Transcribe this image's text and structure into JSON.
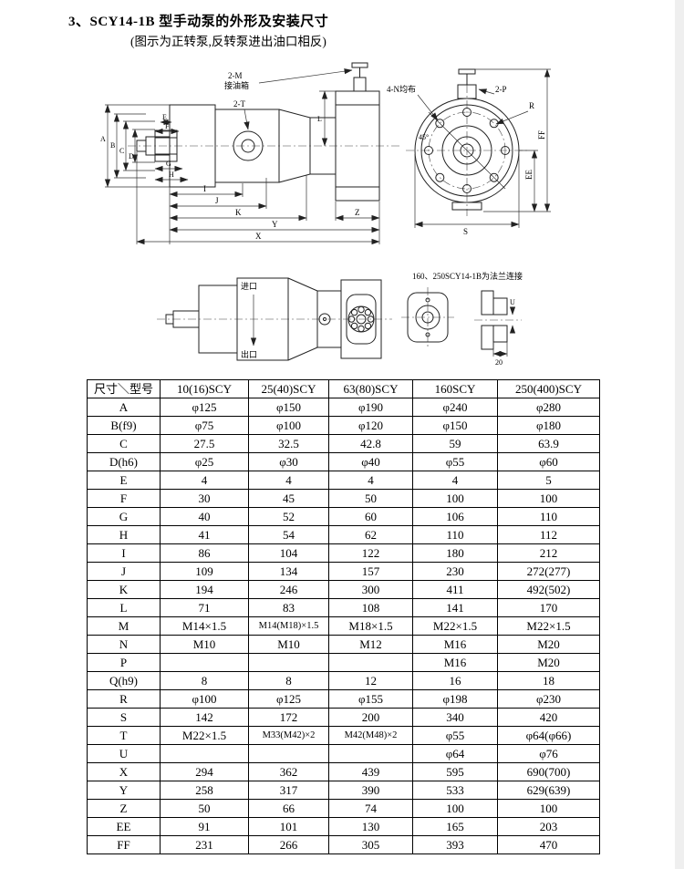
{
  "page": {
    "title": "3、SCY14-1B 型手动泵的外形及安装尺寸",
    "subtitle": "(图示为正转泵,反转泵进出油口相反)"
  },
  "drawing": {
    "side": {
      "tap": "2-T",
      "fitting": "2-M",
      "fitting_note": "接油箱",
      "dim_a": "A",
      "dim_b": "B",
      "dim_c": "C",
      "dim_d": "D",
      "dim_e": "E",
      "dim_f": "F",
      "dim_g": "G",
      "dim_h": "H",
      "dim_i": "I",
      "dim_j": "J",
      "dim_k": "K",
      "dim_l": "L",
      "dim_x": "X",
      "dim_y": "Y",
      "dim_z": "Z"
    },
    "front": {
      "bolt_note": "4-N均布",
      "tap": "2-P",
      "angle": "45°",
      "dim_r": "R",
      "dim_s": "S",
      "dim_ee": "EE",
      "dim_ff": "FF"
    },
    "bottom": {
      "inlet": "进口",
      "outlet": "出口"
    },
    "section": {
      "note": "160、250SCY14-1B为法兰连接",
      "dim_20": "20",
      "dim_u": "U"
    }
  },
  "table": {
    "header": [
      "尺寸＼型号",
      "10(16)SCY",
      "25(40)SCY",
      "63(80)SCY",
      "160SCY",
      "250(400)SCY"
    ],
    "rows": [
      [
        "A",
        "φ125",
        "φ150",
        "φ190",
        "φ240",
        "φ280"
      ],
      [
        "B(f9)",
        "φ75",
        "φ100",
        "φ120",
        "φ150",
        "φ180"
      ],
      [
        "C",
        "27.5",
        "32.5",
        "42.8",
        "59",
        "63.9"
      ],
      [
        "D(h6)",
        "φ25",
        "φ30",
        "φ40",
        "φ55",
        "φ60"
      ],
      [
        "E",
        "4",
        "4",
        "4",
        "4",
        "5"
      ],
      [
        "F",
        "30",
        "45",
        "50",
        "100",
        "100"
      ],
      [
        "G",
        "40",
        "52",
        "60",
        "106",
        "110"
      ],
      [
        "H",
        "41",
        "54",
        "62",
        "110",
        "112"
      ],
      [
        "I",
        "86",
        "104",
        "122",
        "180",
        "212"
      ],
      [
        "J",
        "109",
        "134",
        "157",
        "230",
        "272(277)"
      ],
      [
        "K",
        "194",
        "246",
        "300",
        "411",
        "492(502)"
      ],
      [
        "L",
        "71",
        "83",
        "108",
        "141",
        "170"
      ],
      [
        "M",
        "M14×1.5",
        "M14(M18)×1.5",
        "M18×1.5",
        "M22×1.5",
        "M22×1.5"
      ],
      [
        "N",
        "M10",
        "M10",
        "M12",
        "M16",
        "M20"
      ],
      [
        "P",
        "",
        "",
        "",
        "M16",
        "M20"
      ],
      [
        "Q(h9)",
        "8",
        "8",
        "12",
        "16",
        "18"
      ],
      [
        "R",
        "φ100",
        "φ125",
        "φ155",
        "φ198",
        "φ230"
      ],
      [
        "S",
        "142",
        "172",
        "200",
        "340",
        "420"
      ],
      [
        "T",
        "M22×1.5",
        "M33(M42)×2",
        "M42(M48)×2",
        "φ55",
        "φ64(φ66)"
      ],
      [
        "U",
        "",
        "",
        "",
        "φ64",
        "φ76"
      ],
      [
        "X",
        "294",
        "362",
        "439",
        "595",
        "690(700)"
      ],
      [
        "Y",
        "258",
        "317",
        "390",
        "533",
        "629(639)"
      ],
      [
        "Z",
        "50",
        "66",
        "74",
        "100",
        "100"
      ],
      [
        "EE",
        "91",
        "101",
        "130",
        "165",
        "203"
      ],
      [
        "FF",
        "231",
        "266",
        "305",
        "393",
        "470"
      ]
    ]
  }
}
